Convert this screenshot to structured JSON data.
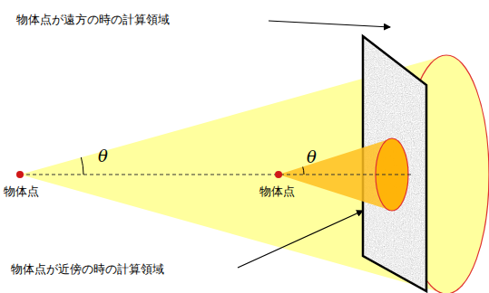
{
  "diagram": {
    "labels": [
      "物体点が遠方の時の計算領域",
      "θ",
      "物体点",
      "θ",
      "物体点",
      "物体点が近傍の時の計算領域"
    ]
  }
}
